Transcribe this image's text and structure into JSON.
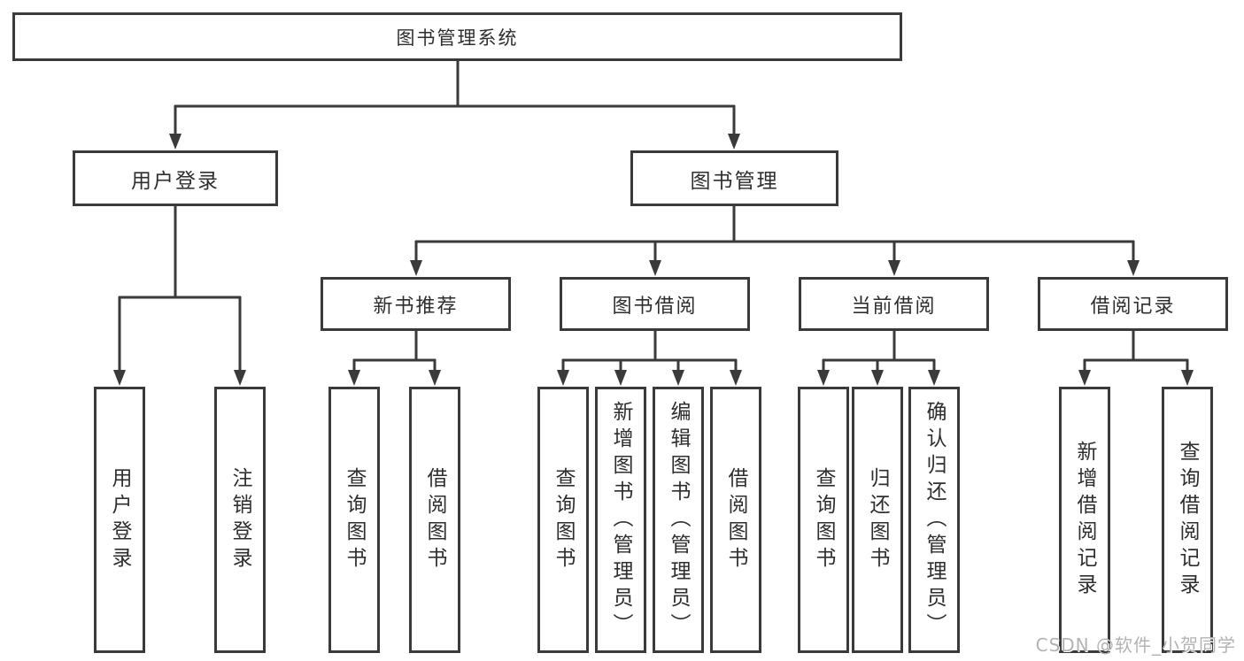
{
  "diagram": {
    "type": "hierarchy-tree",
    "orientation": "top-down"
  },
  "colors": {
    "line": "#3a3a3a",
    "box_border": "#3a3a3a",
    "box_background": "#ffffff",
    "text": "#2e2e2e",
    "watermark": "#b3b3b3"
  },
  "tree": {
    "label": "图书管理系统",
    "children": [
      {
        "label": "用户登录",
        "children": [
          {
            "label": "用户登录"
          },
          {
            "label": "注销登录"
          }
        ]
      },
      {
        "label": "图书管理",
        "children": [
          {
            "label": "新书推荐",
            "children": [
              {
                "label": "查询图书"
              },
              {
                "label": "借阅图书"
              }
            ]
          },
          {
            "label": "图书借阅",
            "children": [
              {
                "label": "查询图书"
              },
              {
                "label": "新增图书（管理员）"
              },
              {
                "label": "编辑图书（管理员）"
              },
              {
                "label": "借阅图书"
              }
            ]
          },
          {
            "label": "当前借阅",
            "children": [
              {
                "label": "查询图书"
              },
              {
                "label": "归还图书"
              },
              {
                "label": "确认归还（管理员）"
              }
            ]
          },
          {
            "label": "借阅记录",
            "children": [
              {
                "label": "新增借阅记录"
              },
              {
                "label": "查询借阅记录"
              }
            ]
          }
        ]
      }
    ]
  },
  "watermark": {
    "text": "CSDN @软件_小贺同学"
  }
}
